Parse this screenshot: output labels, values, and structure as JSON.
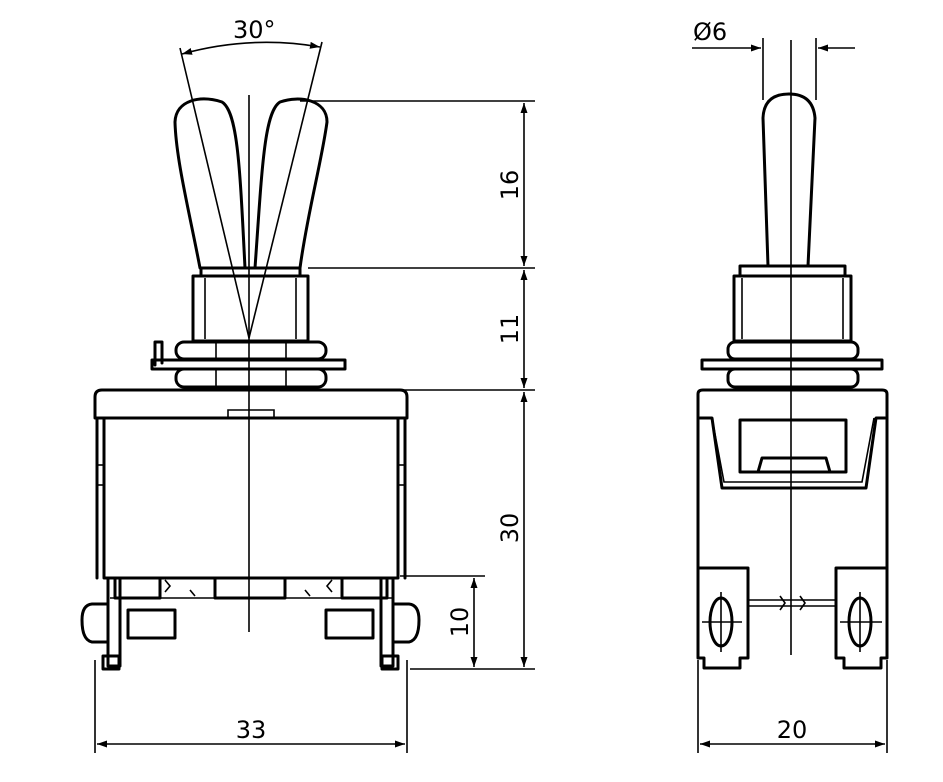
{
  "drawing": {
    "front_view": {
      "angle_label": "30°",
      "handle_height_label": "16",
      "bushing_height_label": "11",
      "body_height_label": "30",
      "terminal_height_label": "10",
      "width_label": "33"
    },
    "side_view": {
      "diameter_label": "Ø6",
      "width_label": "20"
    }
  }
}
